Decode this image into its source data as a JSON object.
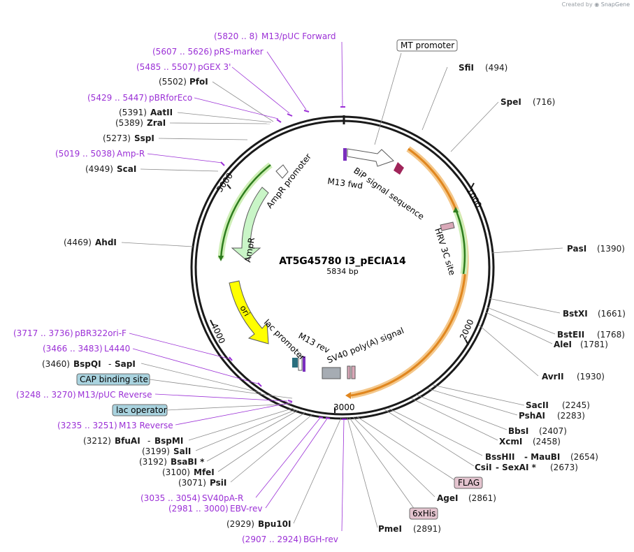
{
  "credit": {
    "prefix": "Created by",
    "brand": "SnapGene"
  },
  "plasmid": {
    "name": "AT5G45780 I3_pECIA14",
    "length": "5834 bp"
  },
  "scale": [
    "1000",
    "2000",
    "3000",
    "4000",
    "5000"
  ],
  "features": {
    "amp": "AmpR",
    "amp_promoter": "AmpR promoter",
    "ori": "ori",
    "lac_promoter": "lac promoter",
    "m13_rev": "M13 rev",
    "m13_fwd": "M13 fwd",
    "bip": "BiP signal sequence",
    "hrv": "HRV 3C site",
    "sv40": "SV40 poly(A) signal"
  },
  "boxed": {
    "mt": "MT promoter",
    "cap": "CAP binding site",
    "lacop": "lac operator",
    "flag": "FLAG",
    "his": "6xHis"
  },
  "labels": {
    "m13puc_fwd": [
      "(5820 .. 8)",
      "M13/pUC Forward"
    ],
    "prs": [
      "(5607 .. 5626)",
      "pRS-marker"
    ],
    "pgex": [
      "(5485 .. 5507)",
      "pGEX 3'"
    ],
    "pfoi": [
      "(5502)",
      "PfoI"
    ],
    "pbrforeco": [
      "(5429 .. 5447)",
      "pBRforEco"
    ],
    "aatii": [
      "(5391)",
      "AatII"
    ],
    "zrai": [
      "(5389)",
      "ZraI"
    ],
    "sspi": [
      "(5273)",
      "SspI"
    ],
    "ampr_primer": [
      "(5019 .. 5038)",
      "Amp-R"
    ],
    "scai": [
      "(4949)",
      "ScaI"
    ],
    "ahdi": [
      "(4469)",
      "AhdI"
    ],
    "pbr322ori": [
      "(3717 .. 3736)",
      "pBR322ori-F"
    ],
    "l4440": [
      "(3466 .. 3483)",
      "L4440"
    ],
    "bspqi": [
      "(3460)",
      "BspQI",
      "-",
      "SapI"
    ],
    "m13puc_rev": [
      "(3248 .. 3270)",
      "M13/pUC Reverse"
    ],
    "m13_reverse": [
      "(3235 .. 3251)",
      "M13 Reverse"
    ],
    "bfuai": [
      "(3212)",
      "BfuAI",
      "-",
      "BspMI"
    ],
    "sali": [
      "(3199)",
      "SalI"
    ],
    "bsabi": [
      "(3192)",
      "BsaBI *"
    ],
    "mfei": [
      "(3100)",
      "MfeI"
    ],
    "psii": [
      "(3071)",
      "PsiI"
    ],
    "sv40pa_r": [
      "(3035 .. 3054)",
      "SV40pA-R"
    ],
    "ebv_rev": [
      "(2981 .. 3000)",
      "EBV-rev"
    ],
    "bpu10i": [
      "(2929)",
      "Bpu10I"
    ],
    "bgh_rev": [
      "(2907 .. 2924)",
      "BGH-rev"
    ],
    "sfii": [
      "SfiI",
      "(494)"
    ],
    "spei": [
      "SpeI",
      "(716)"
    ],
    "pasi": [
      "PasI",
      "(1390)"
    ],
    "bstxi": [
      "BstXI",
      "(1661)"
    ],
    "bsteii": [
      "BstEII",
      "(1768)"
    ],
    "alei": [
      "AleI",
      "(1781)"
    ],
    "avrii": [
      "AvrII",
      "(1930)"
    ],
    "sacii": [
      "SacII",
      "(2245)"
    ],
    "pshai": [
      "PshAI",
      "(2283)"
    ],
    "bbsi": [
      "BbsI",
      "(2407)"
    ],
    "xcmi": [
      "XcmI",
      "(2458)"
    ],
    "bsshii": [
      "BssHII",
      "- MauBI",
      "(2654)"
    ],
    "csii": [
      "CsiI",
      "- SexAI *",
      "(2673)"
    ],
    "agei": [
      "AgeI",
      "(2861)"
    ],
    "pmei": [
      "PmeI",
      "(2891)"
    ]
  }
}
